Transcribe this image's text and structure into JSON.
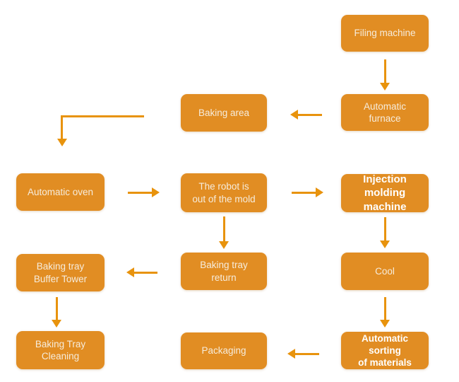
{
  "flowchart": {
    "colors": {
      "node_fill": "#E18D23",
      "arrow": "#E8930D",
      "node_text": "#F6ECDC",
      "node_text_strong": "#FFFFFF"
    },
    "nodes": [
      {
        "id": "filing-machine",
        "label": "Filing machine"
      },
      {
        "id": "automatic-furnace",
        "label": "Automatic furnace"
      },
      {
        "id": "baking-area",
        "label": "Baking area"
      },
      {
        "id": "automatic-oven",
        "label": "Automatic oven"
      },
      {
        "id": "robot-out-of-mold",
        "label": "The robot is\nout of the mold"
      },
      {
        "id": "injection-molding-machine",
        "label": "Injection molding\nmachine"
      },
      {
        "id": "cool",
        "label": "Cool"
      },
      {
        "id": "baking-tray-return",
        "label": "Baking tray return"
      },
      {
        "id": "baking-tray-buffer-tower",
        "label": "Baking tray\nBuffer Tower"
      },
      {
        "id": "baking-tray-cleaning",
        "label": "Baking Tray\nCleaning"
      },
      {
        "id": "packaging",
        "label": "Packaging"
      },
      {
        "id": "automatic-sorting-of-materials",
        "label": "Automatic sorting\nof materials"
      }
    ]
  }
}
